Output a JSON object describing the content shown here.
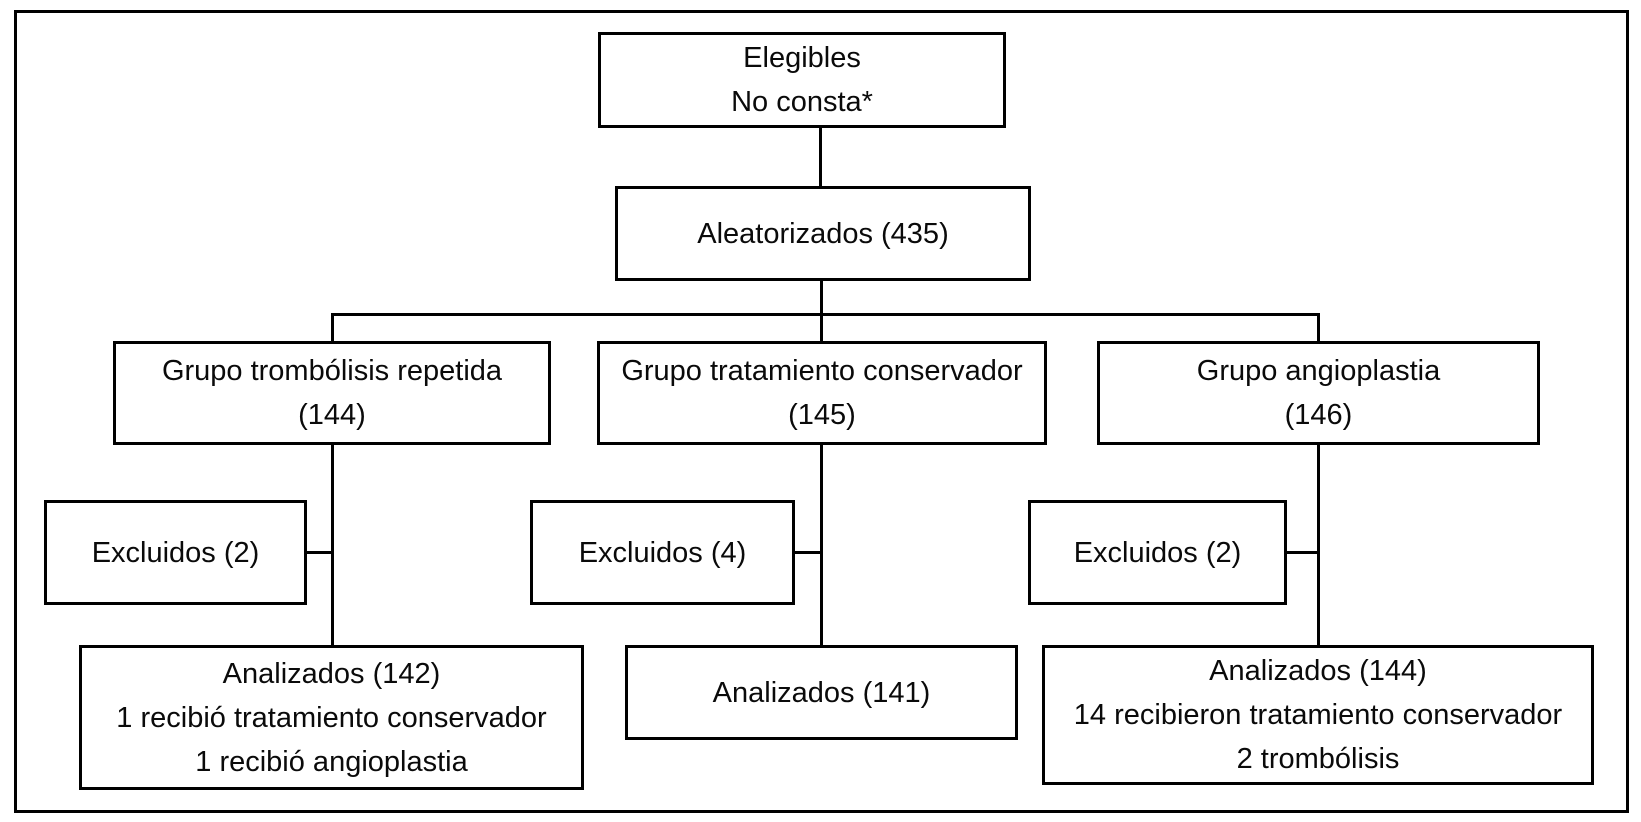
{
  "figure": {
    "type": "flow-diagram",
    "language": "es",
    "colors": {
      "background": "#ffffff",
      "border": "#000000",
      "text": "#0a0a0a"
    },
    "nodes": {
      "elegibles": {
        "lines": [
          "Elegibles",
          "No consta*"
        ]
      },
      "aleatorizados": {
        "lines": [
          "Aleatorizados (435)"
        ]
      },
      "grupo_trombolisis": {
        "lines": [
          "Grupo trombólisis repetida",
          "(144)"
        ]
      },
      "grupo_conservador": {
        "lines": [
          "Grupo tratamiento conservador",
          "(145)"
        ]
      },
      "grupo_angioplastia": {
        "lines": [
          "Grupo angioplastia",
          "(146)"
        ]
      },
      "excluidos_trombolisis": {
        "lines": [
          "Excluidos (2)"
        ]
      },
      "excluidos_conservador": {
        "lines": [
          "Excluidos (4)"
        ]
      },
      "excluidos_angioplastia": {
        "lines": [
          "Excluidos (2)"
        ]
      },
      "analizados_trombolisis": {
        "lines": [
          "Analizados (142)",
          "1 recibió tratamiento conservador",
          "1 recibió angioplastia"
        ]
      },
      "analizados_conservador": {
        "lines": [
          "Analizados (141)"
        ]
      },
      "analizados_angioplastia": {
        "lines": [
          "Analizados (144)",
          "14 recibieron tratamiento conservador",
          "2 trombólisis"
        ]
      }
    },
    "edges": [
      {
        "from": "elegibles",
        "to": "aleatorizados"
      },
      {
        "from": "aleatorizados",
        "to": "grupo_trombolisis"
      },
      {
        "from": "aleatorizados",
        "to": "grupo_conservador"
      },
      {
        "from": "aleatorizados",
        "to": "grupo_angioplastia"
      },
      {
        "from": "grupo_trombolisis",
        "to": "excluidos_trombolisis"
      },
      {
        "from": "grupo_trombolisis",
        "to": "analizados_trombolisis"
      },
      {
        "from": "grupo_conservador",
        "to": "excluidos_conservador"
      },
      {
        "from": "grupo_conservador",
        "to": "analizados_conservador"
      },
      {
        "from": "grupo_angioplastia",
        "to": "excluidos_angioplastia"
      },
      {
        "from": "grupo_angioplastia",
        "to": "analizados_angioplastia"
      }
    ]
  }
}
